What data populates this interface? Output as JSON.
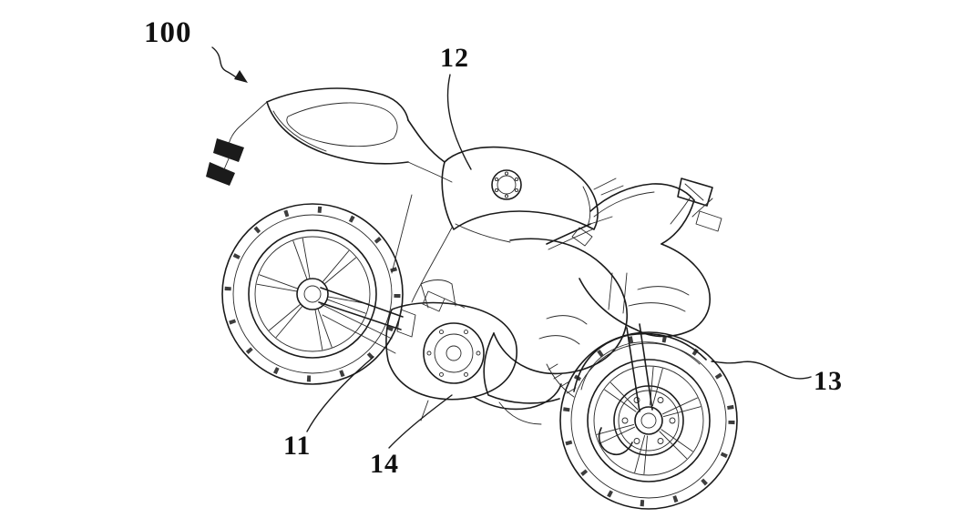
{
  "page": {
    "background_color": "#ffffff",
    "line_color": "#1b1b1b"
  },
  "figure": {
    "kind": "patent-style line drawing",
    "subject": "sport motorcycle, rear three-quarter perspective view",
    "reference_labels": [
      {
        "ref": "100",
        "text": "100",
        "points_to": "entire motorcycle (curved arrow)"
      },
      {
        "ref": "12",
        "text": "12",
        "points_to": "fuel tank"
      },
      {
        "ref": "13",
        "text": "13",
        "points_to": "front wheel"
      },
      {
        "ref": "11",
        "text": "11",
        "points_to": "engine"
      },
      {
        "ref": "14",
        "text": "14",
        "points_to": "lower engine / crankcase area"
      }
    ]
  }
}
